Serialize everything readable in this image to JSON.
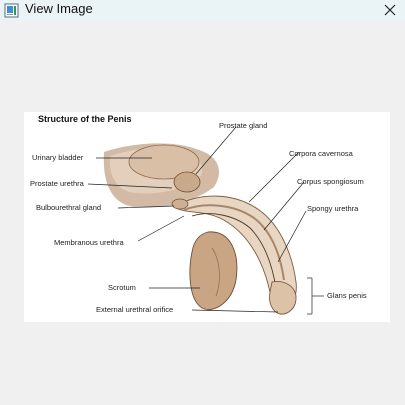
{
  "window": {
    "title": "View Image",
    "icon": "image-viewer-icon",
    "close_icon": "close-icon"
  },
  "figure": {
    "title": "Structure of the Penis",
    "labels": {
      "prostate_gland": "Prostate gland",
      "urinary_bladder": "Urinary bladder",
      "corpora_cavernosa": "Corpora cavernosa",
      "prostate_urethra": "Prostate urethra",
      "corpus_spongiosum": "Corpus spongiosum",
      "bulbourethral_gland": "Bulbourethral gland",
      "spongy_urethra": "Spongy urethra",
      "membranous_urethra": "Membranous urethra",
      "scrotum": "Scrotum",
      "glans_penis": "Glans penis",
      "external_urethral_orifice": "External urethral orifice"
    }
  }
}
